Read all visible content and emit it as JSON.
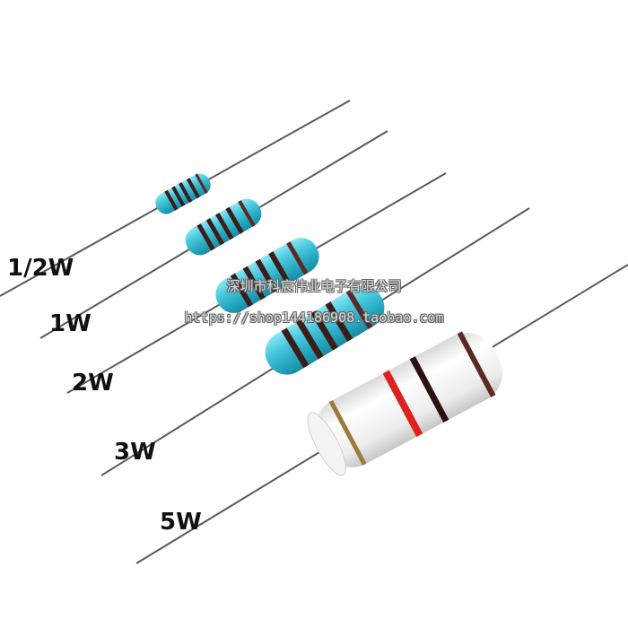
{
  "labels": {
    "half_watt": "1/2W",
    "one_watt": "1W",
    "two_watt": "2W",
    "three_watt": "3W",
    "five_watt": "5W"
  },
  "watermark": {
    "shop_name": "深圳市科宸伟业电子有限公司",
    "shop_url": "https://shop144186908.taobao.com"
  },
  "colors": {
    "metal_film_body": "#3ec3d8",
    "cement_body": "#eeeeee",
    "band_dark": "#4a1f1c",
    "band_red": "#e0201e",
    "lead_wire": "#555555"
  }
}
